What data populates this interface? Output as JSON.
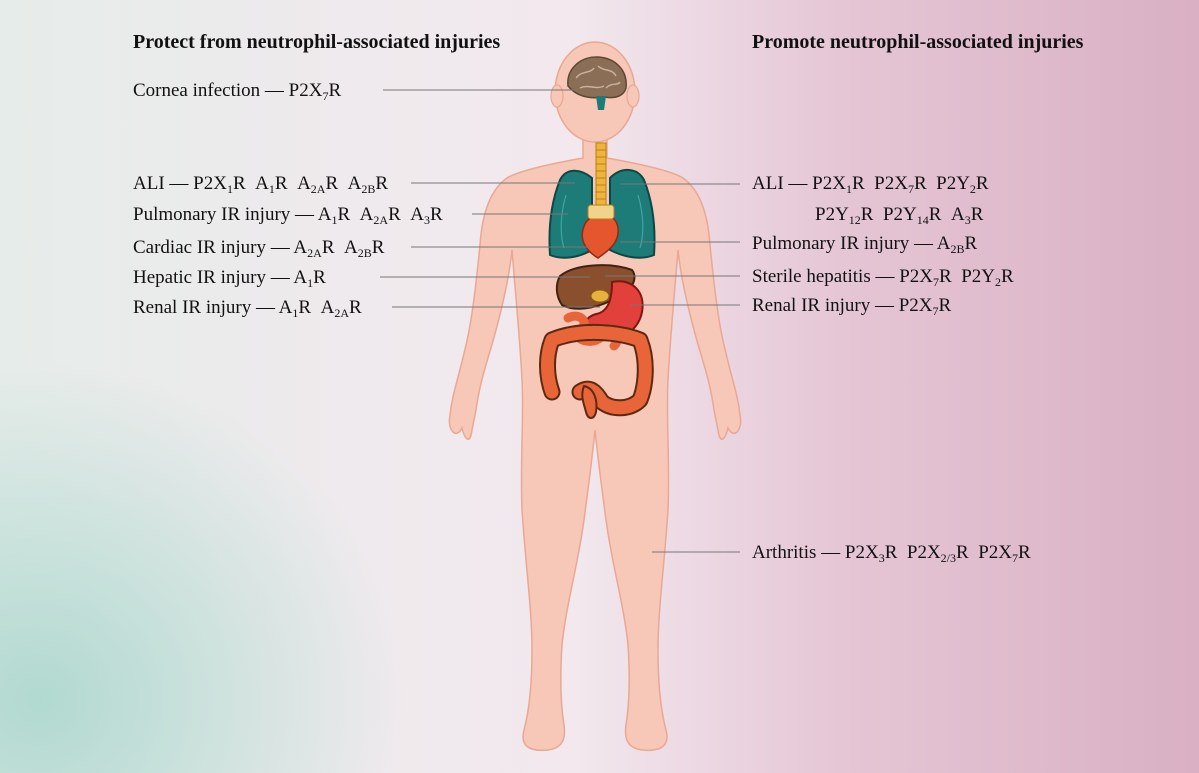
{
  "headings": {
    "protect": "Protect from neutrophil-associated injuries",
    "promote": "Promote neutrophil-associated injuries"
  },
  "left_labels": [
    {
      "name": "Cornea infection",
      "receptors": [
        [
          "P2X",
          "7",
          "R"
        ]
      ]
    },
    {
      "name": "ALI",
      "receptors": [
        [
          "P2X",
          "1",
          "R"
        ],
        [
          "A",
          "1",
          "R"
        ],
        [
          "A",
          "2A",
          "R"
        ],
        [
          "A",
          "2B",
          "R"
        ]
      ]
    },
    {
      "name": "Pulmonary IR injury",
      "receptors": [
        [
          "A",
          "1",
          "R"
        ],
        [
          "A",
          "2A",
          "R"
        ],
        [
          "A",
          "3",
          "R"
        ]
      ]
    },
    {
      "name": "Cardiac IR injury",
      "receptors": [
        [
          "A",
          "2A",
          "R"
        ],
        [
          "A",
          "2B",
          "R"
        ]
      ]
    },
    {
      "name": "Hepatic IR injury",
      "receptors": [
        [
          "A",
          "1",
          "R"
        ]
      ]
    },
    {
      "name": "Renal IR injury",
      "receptors": [
        [
          "A",
          "1",
          "R"
        ],
        [
          "A",
          "2A",
          "R"
        ]
      ]
    }
  ],
  "right_labels": [
    {
      "name": "ALI",
      "receptors": [
        [
          "P2X",
          "1",
          "R"
        ],
        [
          "P2X",
          "7",
          "R"
        ],
        [
          "P2Y",
          "2",
          "R"
        ]
      ]
    },
    {
      "name": "",
      "receptors": [
        [
          "P2Y",
          "12",
          "R"
        ],
        [
          "P2Y",
          "14",
          "R"
        ],
        [
          "A",
          "3",
          "R"
        ]
      ]
    },
    {
      "name": "Pulmonary IR injury",
      "receptors": [
        [
          "A",
          "2B",
          "R"
        ]
      ]
    },
    {
      "name": "Sterile hepatitis",
      "receptors": [
        [
          "P2X",
          "7",
          "R"
        ],
        [
          "P2Y",
          "2",
          "R"
        ]
      ]
    },
    {
      "name": "Renal IR injury",
      "receptors": [
        [
          "P2X",
          "7",
          "R"
        ]
      ]
    },
    {
      "name": "Arthritis",
      "receptors": [
        [
          "P2X",
          "3",
          "R"
        ],
        [
          "P2X",
          "2/3",
          "R"
        ],
        [
          "P2X",
          "7",
          "R"
        ]
      ]
    }
  ],
  "colors": {
    "skin": "#f7c7b7",
    "skin_outline": "#e9a893",
    "brain": "#8a6e55",
    "lung": "#1d7b78",
    "heart": "#e5562e",
    "liver": "#8a4f2c",
    "stomach": "#e2403a",
    "intestine": "#e8653a",
    "trachea": "#f0b43c",
    "line": "#777777"
  }
}
